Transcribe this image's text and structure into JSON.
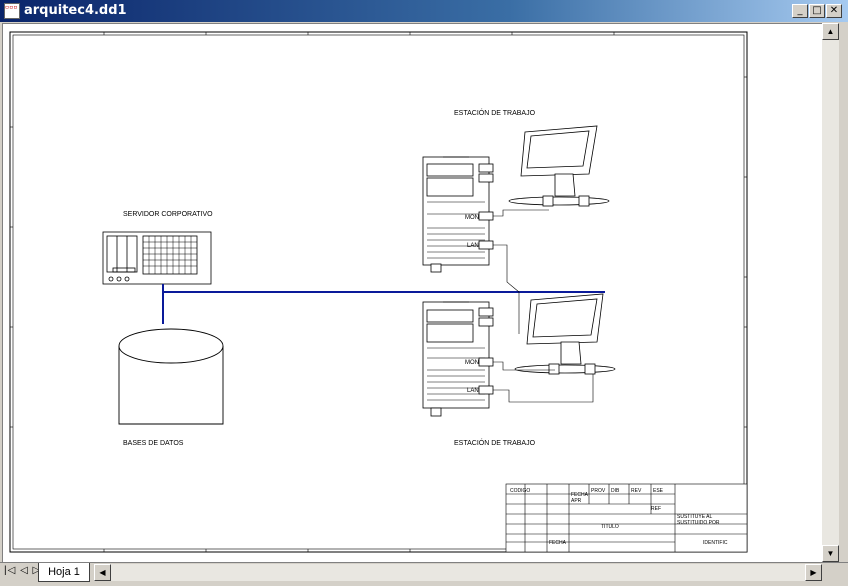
{
  "window": {
    "title": "arquitec4.dd1",
    "minimize": "_",
    "maximize": "□",
    "close": "✕"
  },
  "drawing": {
    "server_label": "SERVIDOR CORPORATIVO",
    "database_label": "BASES DE DATOS",
    "workstation_top_label": "ESTACIÓN DE TRABAJO",
    "workstation_bottom_label": "ESTACIÓN DE TRABAJO",
    "port_mon": "MON",
    "port_lan": "LAN",
    "title_block": {
      "codigo": "CODIGO",
      "fecha": "FECHA",
      "apr": "APR",
      "prov": "PROV",
      "dib": "DIB",
      "rev": "REV",
      "ref": "REF",
      "sustituye": "SUSTITUYE AL",
      "sustituido": "SUSTITUIDO POR",
      "titulo": "TITULO",
      "identific": "IDENTIFIC",
      "fecha2": "FECHA",
      "ese": "ESE"
    }
  },
  "sheet_tab": "Hoja 1",
  "nav_arrows": "|◁ ◁ ▷ ▷|",
  "colors": {
    "network_line": "#0a1a9a",
    "titlebar": "#0a246a"
  },
  "icons": [
    "app-icon",
    "scroll-up-icon",
    "scroll-down-icon",
    "scroll-left-icon",
    "scroll-right-icon"
  ]
}
